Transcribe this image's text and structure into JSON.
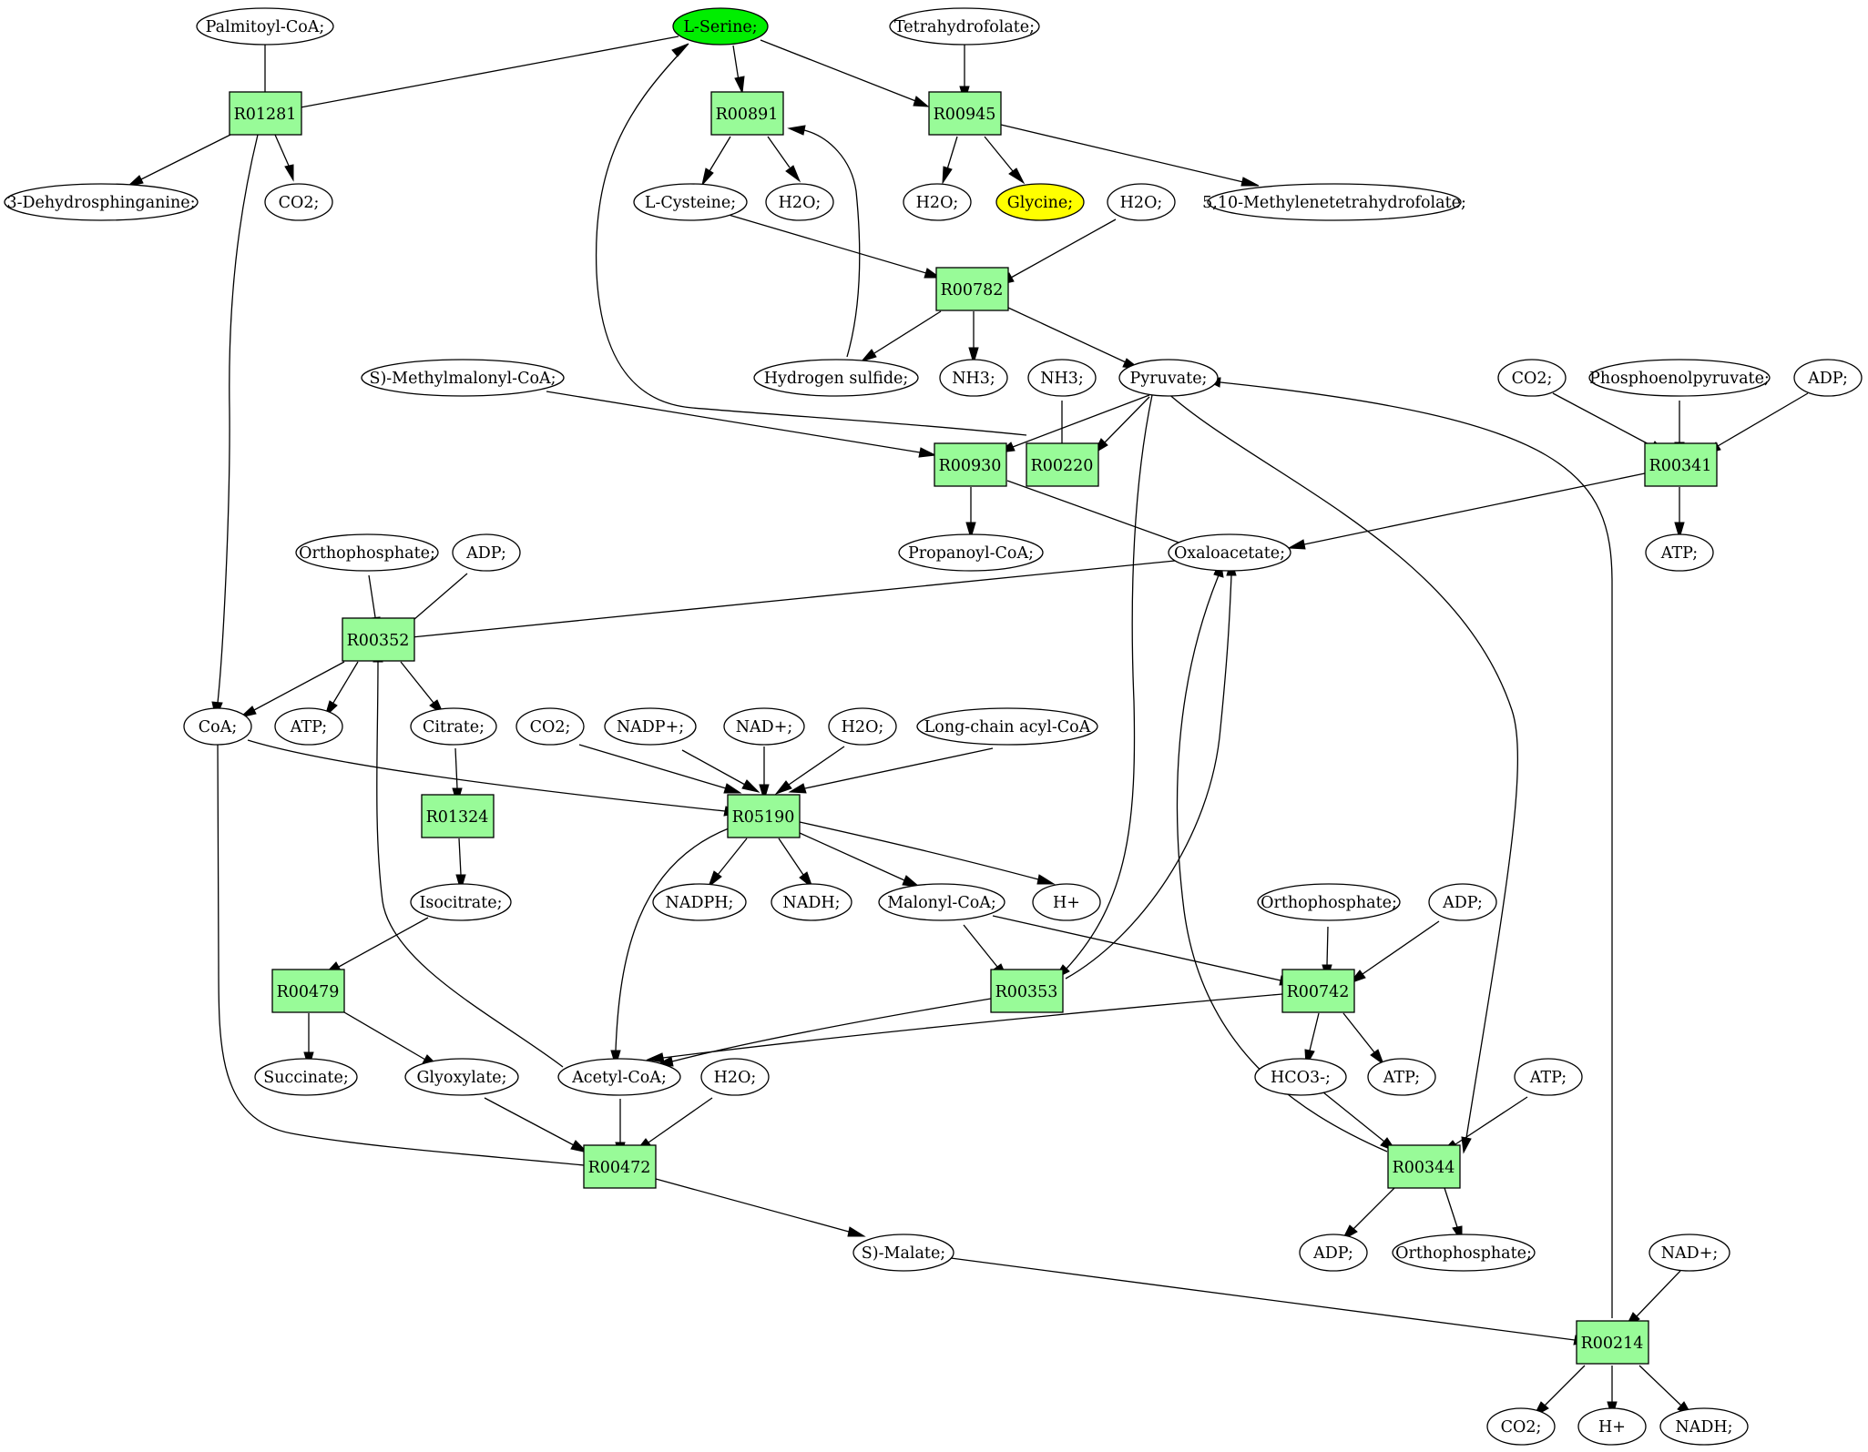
{
  "colors": {
    "reaction_fill": "#98fb98",
    "metabolite_fill": "#ffffff",
    "highlight_start": "#00ee00",
    "highlight_target": "#ffff00",
    "stroke": "#000000"
  },
  "metabolites": {
    "palmitoyl_coa": "Palmitoyl-CoA;",
    "l_serine": "L-Serine;",
    "tetrahydrofolate": "Tetrahydrofolate;",
    "dehydrosphinganine": "3-Dehydrosphinganine;",
    "co2_a": "CO2;",
    "l_cysteine": "L-Cysteine;",
    "h2o_a": "H2O;",
    "h2o_b": "H2O;",
    "glycine": "Glycine;",
    "h2o_c": "H2O;",
    "methylene_thf": "5,10-Methylenetetrahydrofolate;",
    "s_methylmalonyl_coa": "S)-Methylmalonyl-CoA;",
    "hydrogen_sulfide": "Hydrogen sulfide;",
    "nh3_a": "NH3;",
    "nh3_b": "NH3;",
    "pyruvate": "Pyruvate;",
    "co2_b": "CO2;",
    "phosphoenolpyruvate": "Phosphoenolpyruvate;",
    "adp_a": "ADP;",
    "orthophosphate_a": "Orthophosphate;",
    "adp_b": "ADP;",
    "propanoyl_coa": "Propanoyl-CoA;",
    "oxaloacetate": "Oxaloacetate;",
    "atp_a": "ATP;",
    "coa": "CoA;",
    "atp_b": "ATP;",
    "citrate": "Citrate;",
    "co2_c": "CO2;",
    "nadp": "NADP+;",
    "nad_a": "NAD+;",
    "h2o_d": "H2O;",
    "long_chain_acyl_coa": "Long-chain acyl-CoA",
    "isocitrate": "Isocitrate;",
    "nadph": "NADPH;",
    "nadh_a": "NADH;",
    "malonyl_coa": "Malonyl-CoA;",
    "h_plus_a": "H+",
    "orthophosphate_b": "Orthophosphate;",
    "adp_c": "ADP;",
    "succinate": "Succinate;",
    "glyoxylate": "Glyoxylate;",
    "acetyl_coa": "Acetyl-CoA;",
    "h2o_e": "H2O;",
    "hco3": "HCO3-;",
    "atp_c": "ATP;",
    "atp_d": "ATP;",
    "adp_d": "ADP;",
    "orthophosphate_c": "Orthophosphate;",
    "s_malate": "S)-Malate;",
    "nad_b": "NAD+;",
    "co2_d": "CO2;",
    "h_plus_b": "H+",
    "nadh_b": "NADH;"
  },
  "reactions": {
    "R01281": "R01281",
    "R00891": "R00891",
    "R00945": "R00945",
    "R00782": "R00782",
    "R00930": "R00930",
    "R00220": "R00220",
    "R00341": "R00341",
    "R00352": "R00352",
    "R01324": "R01324",
    "R05190": "R05190",
    "R00479": "R00479",
    "R00353": "R00353",
    "R00742": "R00742",
    "R00472": "R00472",
    "R00344": "R00344",
    "R00214": "R00214"
  }
}
